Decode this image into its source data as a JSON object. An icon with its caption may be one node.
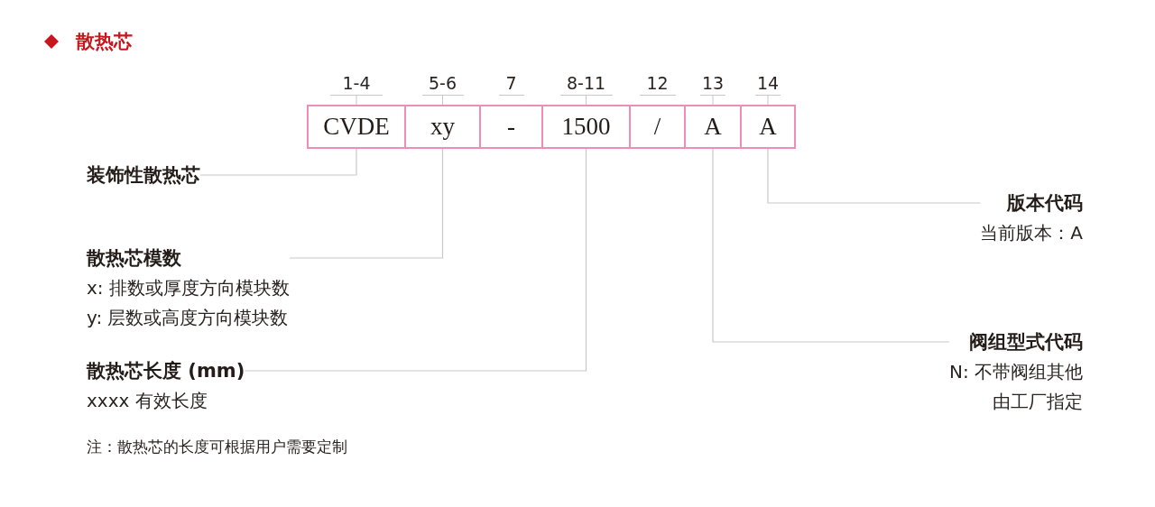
{
  "diagram": {
    "title": "散热芯",
    "nodes": [
      {
        "text": [
          "CVDE"
        ],
        "beside": [
          "1-4"
        ]
      },
      {
        "text": [
          "xy"
        ],
        "beside": [
          "5-6"
        ]
      },
      {
        "text": [
          "-"
        ],
        "beside": [
          "7"
        ]
      },
      {
        "text": [
          "1500"
        ],
        "beside": [
          "8-11"
        ]
      },
      {
        "text": [
          "/"
        ],
        "beside": [
          "12"
        ]
      },
      {
        "text": [
          "A"
        ],
        "beside": [
          "13"
        ]
      },
      {
        "text": [
          "A"
        ],
        "beside": [
          "14"
        ]
      },
      {
        "text": [
          "装饰性散热芯"
        ]
      },
      {
        "text": [
          "版本代码",
          "当前版本：A"
        ]
      },
      {
        "text": [
          "散热芯模数",
          "x: 排数或厚度方向模块数",
          "y: 层数或高度方向模块数"
        ]
      },
      {
        "text": [
          "阀组型式代码",
          "N: 不带阀组其他",
          "由工厂指定"
        ]
      },
      {
        "text": [
          "散热芯长度 (mm)",
          "xxxx 有效长度"
        ]
      }
    ],
    "edges": [
      {
        "from": 7,
        "to": 0,
        "arrow": "none"
      },
      {
        "from": 8,
        "to": 6,
        "arrow": "none"
      },
      {
        "from": 9,
        "to": 1,
        "arrow": "none"
      },
      {
        "from": 10,
        "to": 5,
        "arrow": "none"
      },
      {
        "from": 11,
        "to": 3,
        "arrow": "none"
      }
    ],
    "labels": [
      "注：散热芯的长度可根据用户需要定制"
    ]
  }
}
